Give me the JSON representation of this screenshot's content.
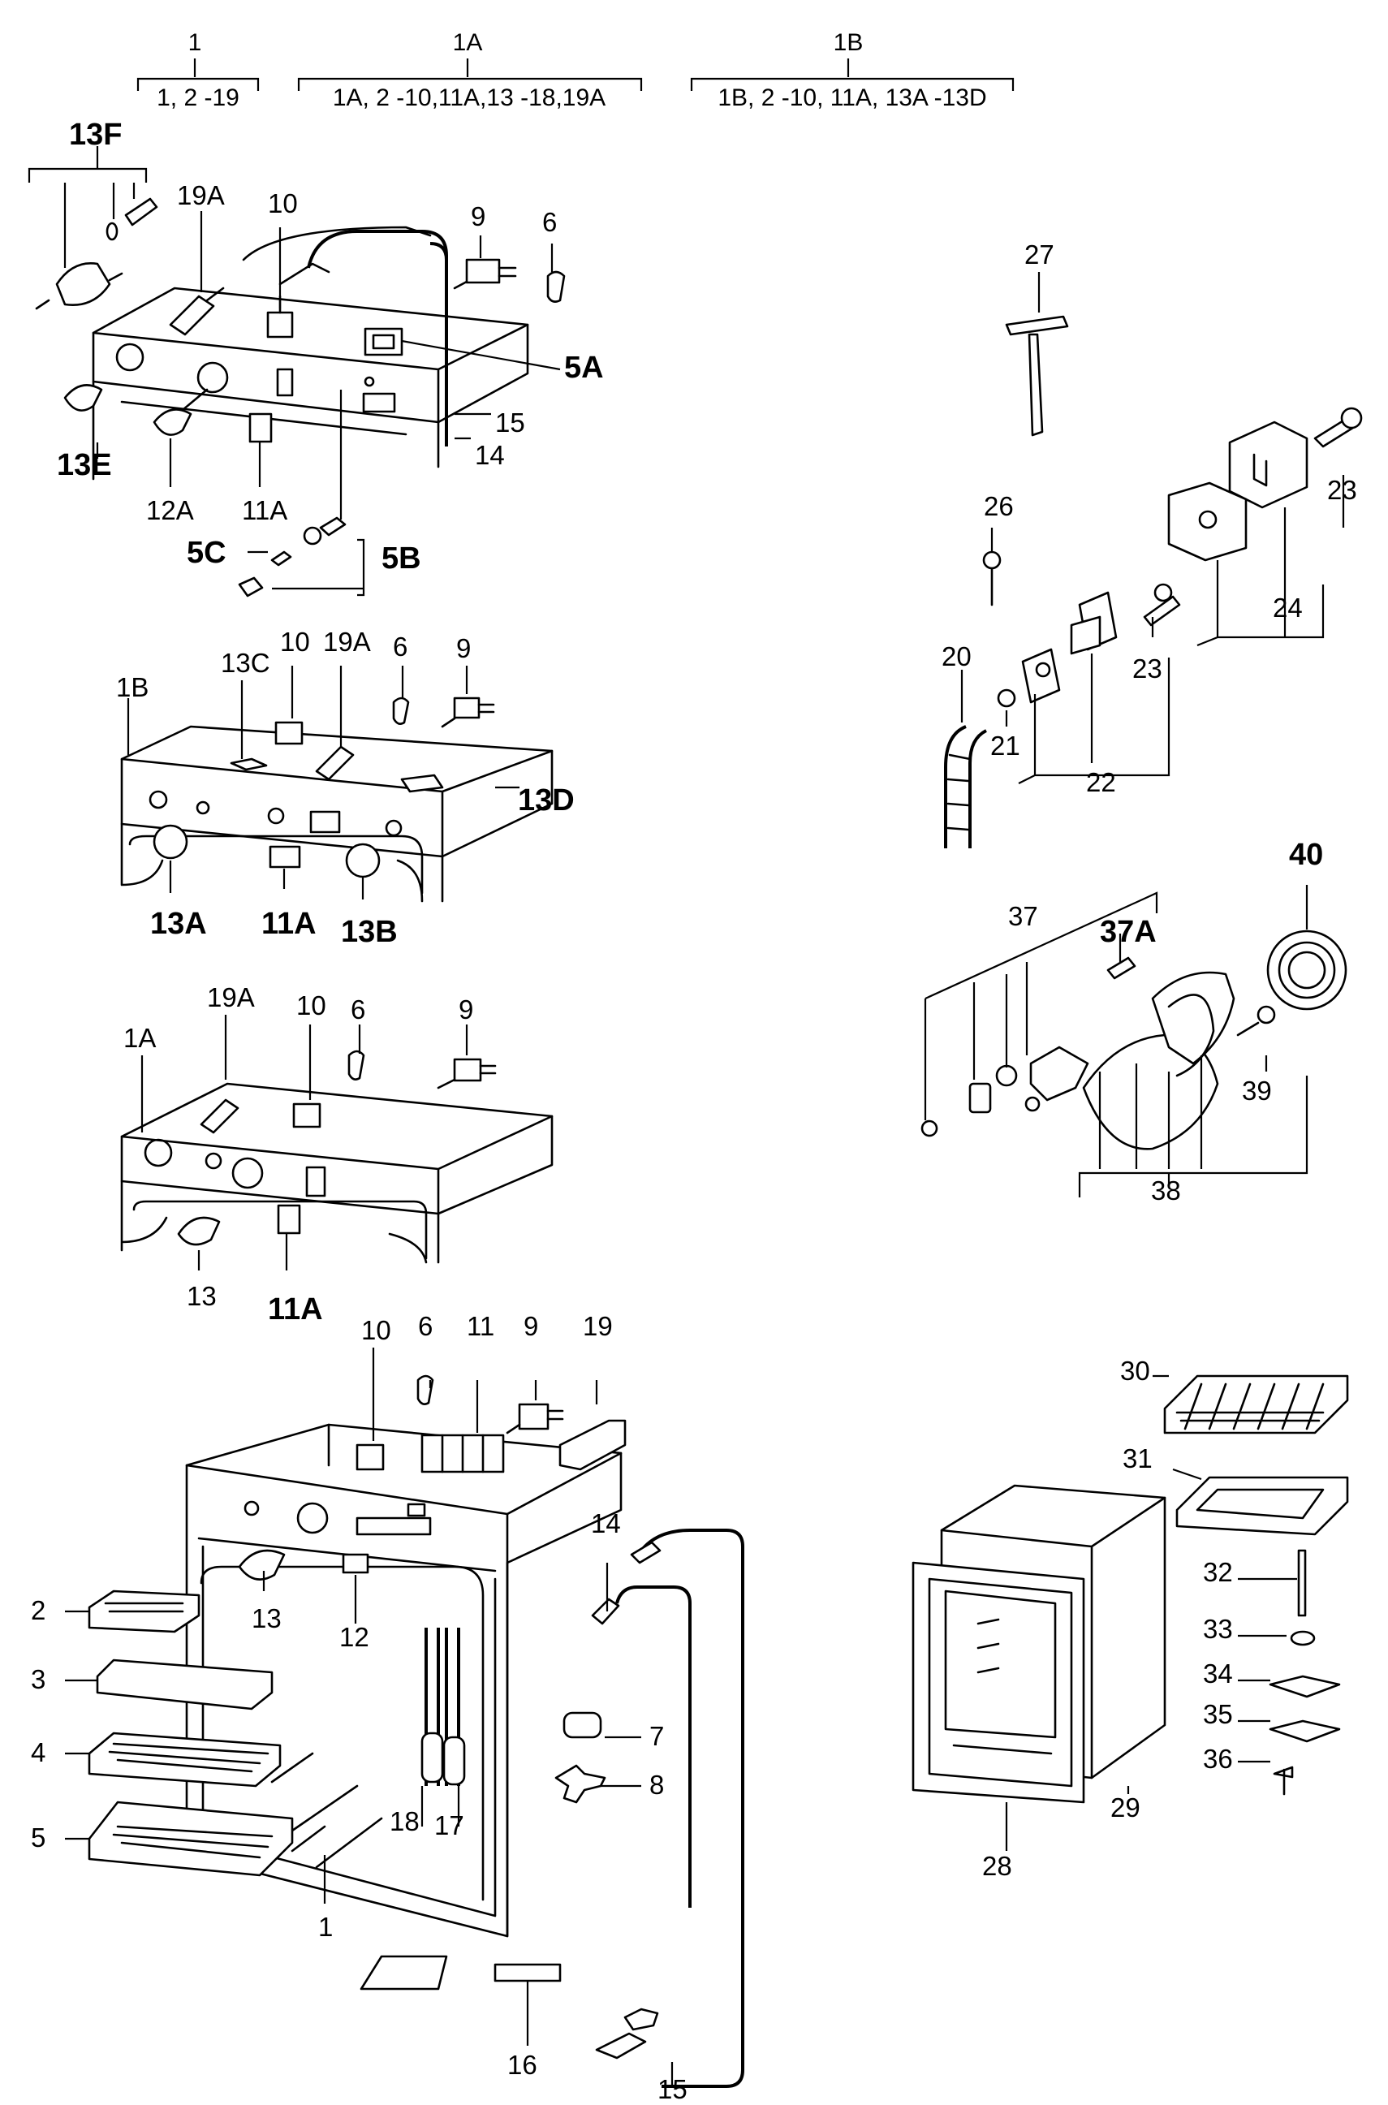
{
  "variants": [
    {
      "id": "v1",
      "number": "1",
      "range": "1, 2 -19"
    },
    {
      "id": "v1a",
      "number": "1A",
      "range": "1A, 2 -10,11A,13 -18,19A"
    },
    {
      "id": "v1b",
      "number": "1B",
      "range": "1B, 2 -10, 11A, 13A -13D"
    }
  ],
  "labels": {
    "l13F": "13F",
    "l19A_a": "19A",
    "l10_a": "10",
    "l9_a": "9",
    "l6_a": "6",
    "l5A": "5A",
    "l15_a": "15",
    "l14_a": "14",
    "l13E": "13E",
    "l12A": "12A",
    "l11A_a": "11A",
    "l5C": "5C",
    "l5B": "5B",
    "l1B": "1B",
    "l13C": "13C",
    "l10_b": "10",
    "l19A_b": "19A",
    "l6_b": "6",
    "l9_b": "9",
    "l13D": "13D",
    "l13A": "13A",
    "l11A_b": "11A",
    "l13B": "13B",
    "l19A_c": "19A",
    "l10_c": "10",
    "l6_c": "6",
    "l9_c": "9",
    "l1A": "1A",
    "l13_c": "13",
    "l11A_c": "11A",
    "l10_d": "10",
    "l6_d": "6",
    "l11_d": "11",
    "l9_d": "9",
    "l19_d": "19",
    "l14_d": "14",
    "l7": "7",
    "l8": "8",
    "l2": "2",
    "l3": "3",
    "l4": "4",
    "l5": "5",
    "l13_d": "13",
    "l12": "12",
    "l18": "18",
    "l17": "17",
    "l1_d": "1",
    "l16": "16",
    "l15_d": "15",
    "l27": "27",
    "l26": "26",
    "l23_a": "23",
    "l24": "24",
    "l23_b": "23",
    "l20": "20",
    "l21": "21",
    "l22": "22",
    "l40": "40",
    "l37": "37",
    "l37A": "37A",
    "l39": "39",
    "l38": "38",
    "l30": "30",
    "l31": "31",
    "l32": "32",
    "l33": "33",
    "l34": "34",
    "l35": "35",
    "l36": "36",
    "l28": "28",
    "l29": "29"
  }
}
